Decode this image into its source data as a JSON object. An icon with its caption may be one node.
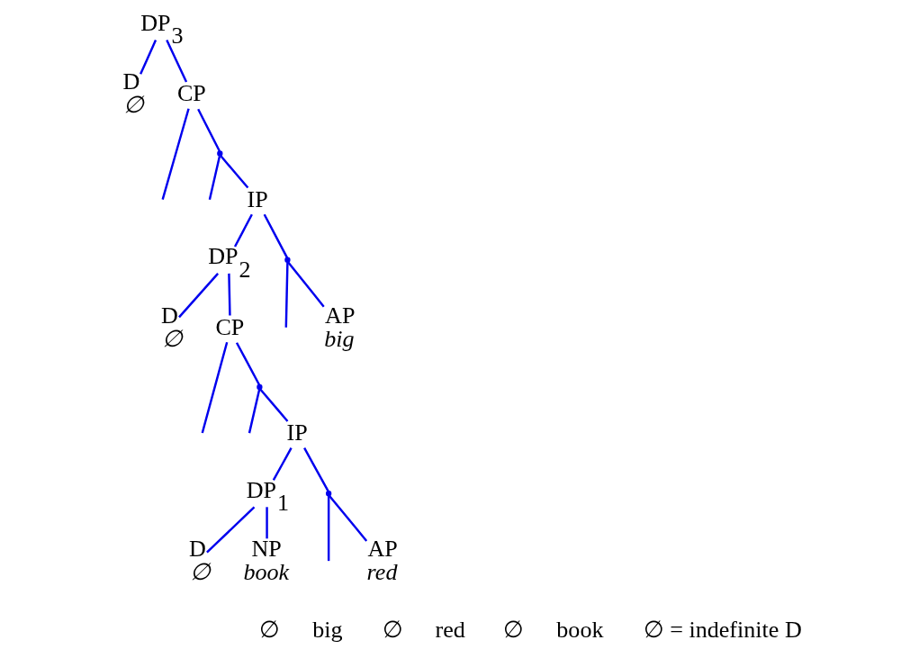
{
  "diagram": {
    "nodes": [
      {
        "text": [
          "DP$_{3}$"
        ]
      },
      {
        "text": [
          "D",
          "∅"
        ]
      },
      {
        "text": [
          "CP"
        ]
      },
      {
        "text": [],
        "shape": "junction"
      },
      {
        "text": [
          "IP"
        ]
      },
      {
        "text": [
          "DP$_{2}$"
        ]
      },
      {
        "text": [],
        "shape": "junction"
      },
      {
        "text": [
          "D",
          "∅"
        ]
      },
      {
        "text": [
          "CP"
        ]
      },
      {
        "text": [
          "AP",
          "big"
        ]
      },
      {
        "text": [],
        "shape": "junction"
      },
      {
        "text": [
          "IP"
        ]
      },
      {
        "text": [
          "DP$_{1}$"
        ]
      },
      {
        "text": [],
        "shape": "junction"
      },
      {
        "text": [
          "AP",
          "red"
        ]
      },
      {
        "text": [
          "D",
          "∅"
        ]
      },
      {
        "text": [
          "NP",
          "book"
        ]
      }
    ],
    "edges": [
      {
        "from": 0,
        "to": 1,
        "arrow": "none"
      },
      {
        "from": 0,
        "to": 2,
        "arrow": "none"
      },
      {
        "from": 2,
        "to": null,
        "arrow": "none"
      },
      {
        "from": 2,
        "to": 3,
        "arrow": "none"
      },
      {
        "from": 3,
        "to": null,
        "arrow": "none"
      },
      {
        "from": 3,
        "to": 4,
        "arrow": "none"
      },
      {
        "from": 4,
        "to": 5,
        "arrow": "none"
      },
      {
        "from": 4,
        "to": 6,
        "arrow": "none"
      },
      {
        "from": 6,
        "to": null,
        "arrow": "none"
      },
      {
        "from": 6,
        "to": 9,
        "arrow": "none"
      },
      {
        "from": 5,
        "to": 7,
        "arrow": "none"
      },
      {
        "from": 5,
        "to": 8,
        "arrow": "none"
      },
      {
        "from": 8,
        "to": null,
        "arrow": "none"
      },
      {
        "from": 8,
        "to": 10,
        "arrow": "none"
      },
      {
        "from": 10,
        "to": null,
        "arrow": "none"
      },
      {
        "from": 10,
        "to": 11,
        "arrow": "none"
      },
      {
        "from": 11,
        "to": 12,
        "arrow": "none"
      },
      {
        "from": 11,
        "to": 13,
        "arrow": "none"
      },
      {
        "from": 13,
        "to": null,
        "arrow": "none"
      },
      {
        "from": 13,
        "to": 14,
        "arrow": "none"
      },
      {
        "from": 12,
        "to": 15,
        "arrow": "none"
      },
      {
        "from": 12,
        "to": 16,
        "arrow": "none"
      }
    ],
    "labels": [
      "∅",
      "big",
      "∅",
      "red",
      "∅",
      "book",
      "∅ = indefinite D"
    ]
  }
}
